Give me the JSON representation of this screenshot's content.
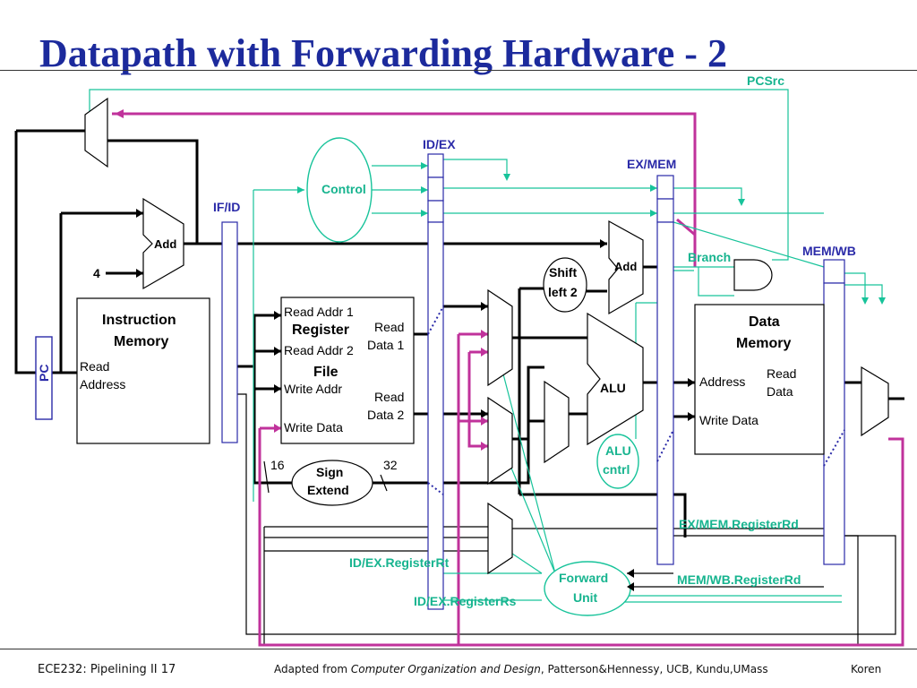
{
  "title": "Datapath with Forwarding Hardware - 2",
  "labels": {
    "pcsrc": "PCSrc",
    "id_ex": "ID/EX",
    "ex_mem": "EX/MEM",
    "if_id": "IF/ID",
    "mem_wb": "MEM/WB",
    "control": "Control",
    "add": "Add",
    "four": "4",
    "branch": "Branch",
    "instr_mem_1": "Instruction",
    "instr_mem_2": "Memory",
    "pc": "PC",
    "read_address_1": "Read",
    "read_address_2": "Address",
    "read_addr1": "Read Addr 1",
    "register": "Register",
    "read_addr2": "Read Addr 2",
    "file": "File",
    "write_addr": "Write Addr",
    "write_data": "Write Data",
    "read_data1_a": "Read",
    "read_data1_b": "Data 1",
    "read_data2_a": "Read",
    "read_data2_b": "Data 2",
    "shift_1": "Shift",
    "shift_2": "left 2",
    "alu": "ALU",
    "alu_ctl_1": "ALU",
    "alu_ctl_2": "cntrl",
    "data_mem_1": "Data",
    "data_mem_2": "Memory",
    "dm_address": "Address",
    "dm_read_a": "Read",
    "dm_read_b": "Data",
    "dm_write_data": "Write Data",
    "sign_1": "Sign",
    "sign_2": "Extend",
    "n16": "16",
    "n32": "32",
    "ex_mem_rd": "EX/MEM.RegisterRd",
    "id_ex_rt": "ID/EX.RegisterRt",
    "mem_wb_rd": "MEM/WB.RegisterRd",
    "id_ex_rs": "ID/EX.RegisterRs",
    "fwd_1": "Forward",
    "fwd_2": "Unit"
  },
  "footer": {
    "course": "ECE232: Pipelining II 17",
    "credit_prefix": "Adapted from ",
    "credit_book": "Computer Organization and Design",
    "credit_suffix": ", Patterson&Hennessy, UCB, Kundu,UMass",
    "author": "Koren"
  },
  "colors": {
    "title": "#1c2a9c",
    "pipeline_register": "#2a2aa8",
    "control_lines": "#17c39a",
    "forwarding_paths": "#c0329b"
  }
}
